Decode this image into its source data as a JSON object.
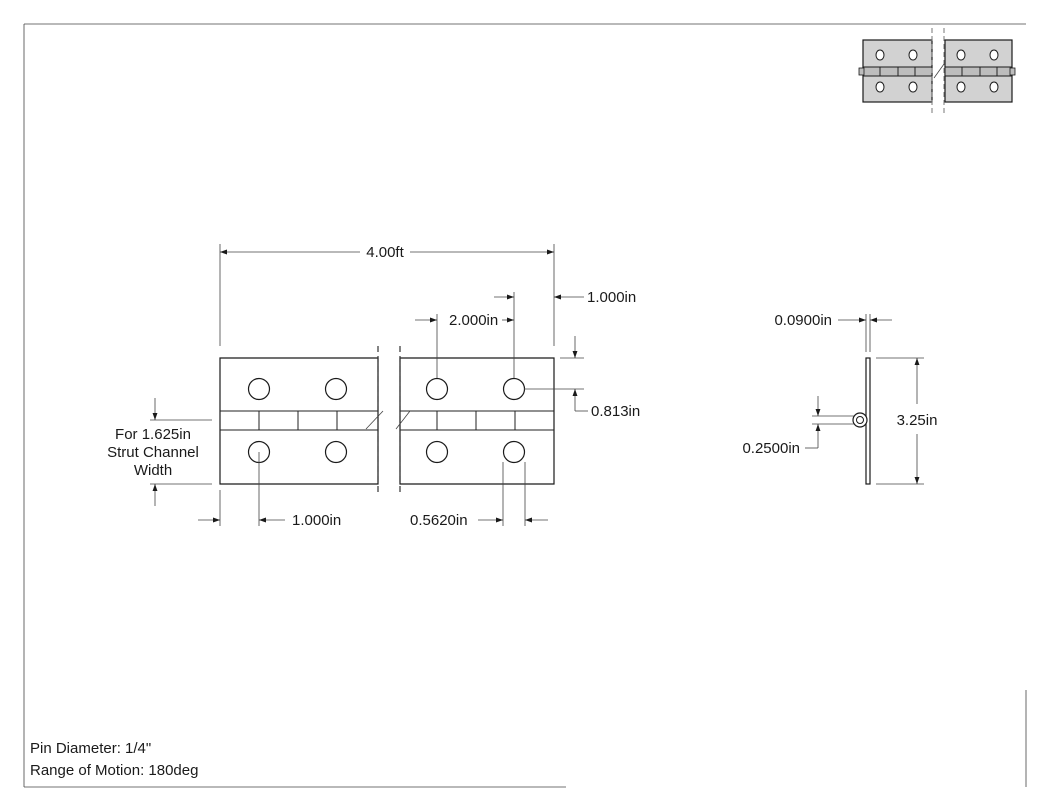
{
  "drawing": {
    "overall_length": "4.00ft",
    "edge_offset": "1.000in",
    "hole_spacing": "2.000in",
    "hole_row_offset": "0.813in",
    "strut_note": [
      "For 1.625in",
      "Strut Channel",
      "Width"
    ],
    "bottom_left_dim": "1.000in",
    "bottom_right_dim": "0.5620in",
    "thickness": "0.0900in",
    "height": "3.25in",
    "pin_diameter_dim": "0.2500in"
  },
  "notes": {
    "pin_diameter": "Pin Diameter: 1/4\"",
    "range_of_motion": "Range of Motion: 180deg"
  }
}
